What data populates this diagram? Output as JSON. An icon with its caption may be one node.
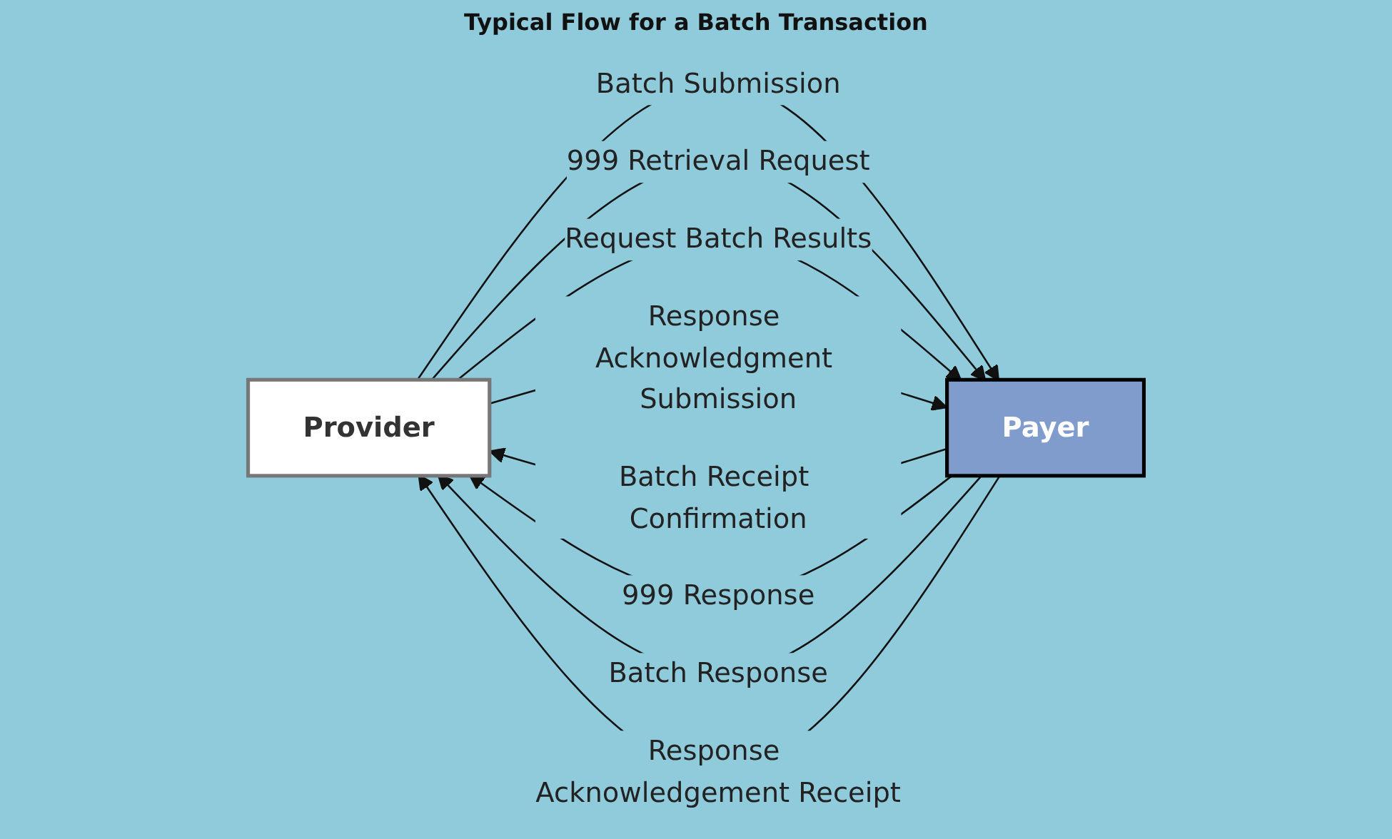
{
  "diagram": {
    "title": "Typical Flow for a Batch Transaction",
    "nodes": [
      {
        "text": [
          "Provider"
        ]
      },
      {
        "text": [
          "Payer"
        ]
      }
    ],
    "edges": [
      {
        "from": 0,
        "to": 1,
        "arrow": "to",
        "label": "Batch Submission"
      },
      {
        "from": 1,
        "to": 0,
        "arrow": "to",
        "label": "Batch Receipt Confirmation"
      },
      {
        "from": 0,
        "to": 1,
        "arrow": "to",
        "label": "999 Retrieval Request"
      },
      {
        "from": 1,
        "to": 0,
        "arrow": "to",
        "label": "999 Response"
      },
      {
        "from": 0,
        "to": 1,
        "arrow": "to",
        "label": "Request Batch Results"
      },
      {
        "from": 1,
        "to": 0,
        "arrow": "to",
        "label": "Batch Response"
      },
      {
        "from": 0,
        "to": 1,
        "arrow": "to",
        "label": "Response Acknowledgment Submission"
      },
      {
        "from": 1,
        "to": 0,
        "arrow": "to",
        "label": "Response Acknowledgement Receipt"
      }
    ]
  }
}
